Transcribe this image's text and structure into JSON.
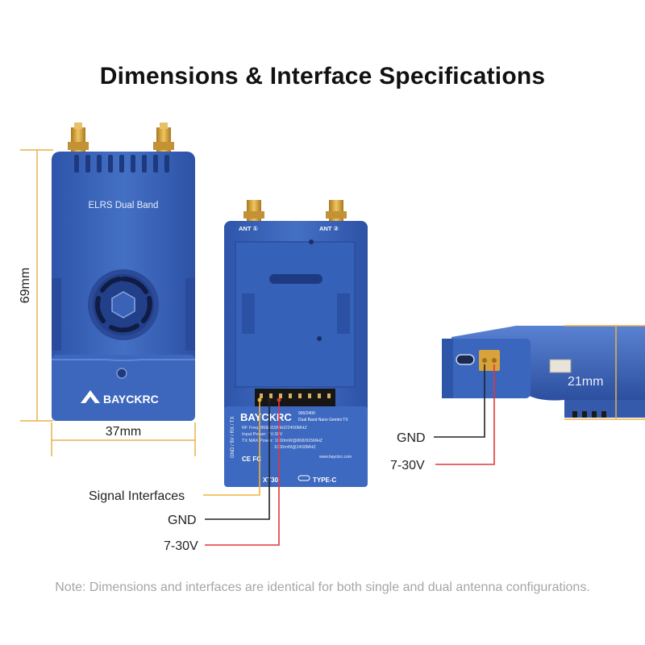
{
  "title": "Dimensions & Interface Specifications",
  "front": {
    "label": "ELRS Dual Band",
    "brand": "BAYCKRC",
    "height_dim": "69mm",
    "width_dim": "37mm"
  },
  "back": {
    "ant1": "ANT ①",
    "ant2": "ANT ②",
    "brand": "BAYCKRC",
    "model_tag": "900/2400",
    "subtitle": "Dual Band Nano Gemini TX",
    "spec1": "RF Freq: 868/915MHZ/2400MHZ",
    "spec2": "Input Power: 7V-30V",
    "spec3": "TX MAX Power: 1000mW@868/915MHZ",
    "spec4": "1000mW@2400MHZ",
    "pins": "GND / 5V / RX / TX",
    "website": "www.bayckrc.com",
    "xt30": "XT30",
    "typec": "TYPE-C"
  },
  "side": {
    "height_dim": "21mm"
  },
  "callouts": {
    "signal": "Signal Interfaces",
    "gnd": "GND",
    "power": "7-30V",
    "side_gnd": "GND",
    "side_power": "7-30V"
  },
  "note": "Note: Dimensions and interfaces are identical for both single and dual antenna configurations.",
  "colors": {
    "body_blue": "#3a62b6",
    "body_dark": "#27489a",
    "gold": "#d3a132",
    "dim_line": "#e7b24a",
    "wire_red": "#e0373c",
    "wire_black": "#222222",
    "wire_yellow": "#f0b43a"
  }
}
